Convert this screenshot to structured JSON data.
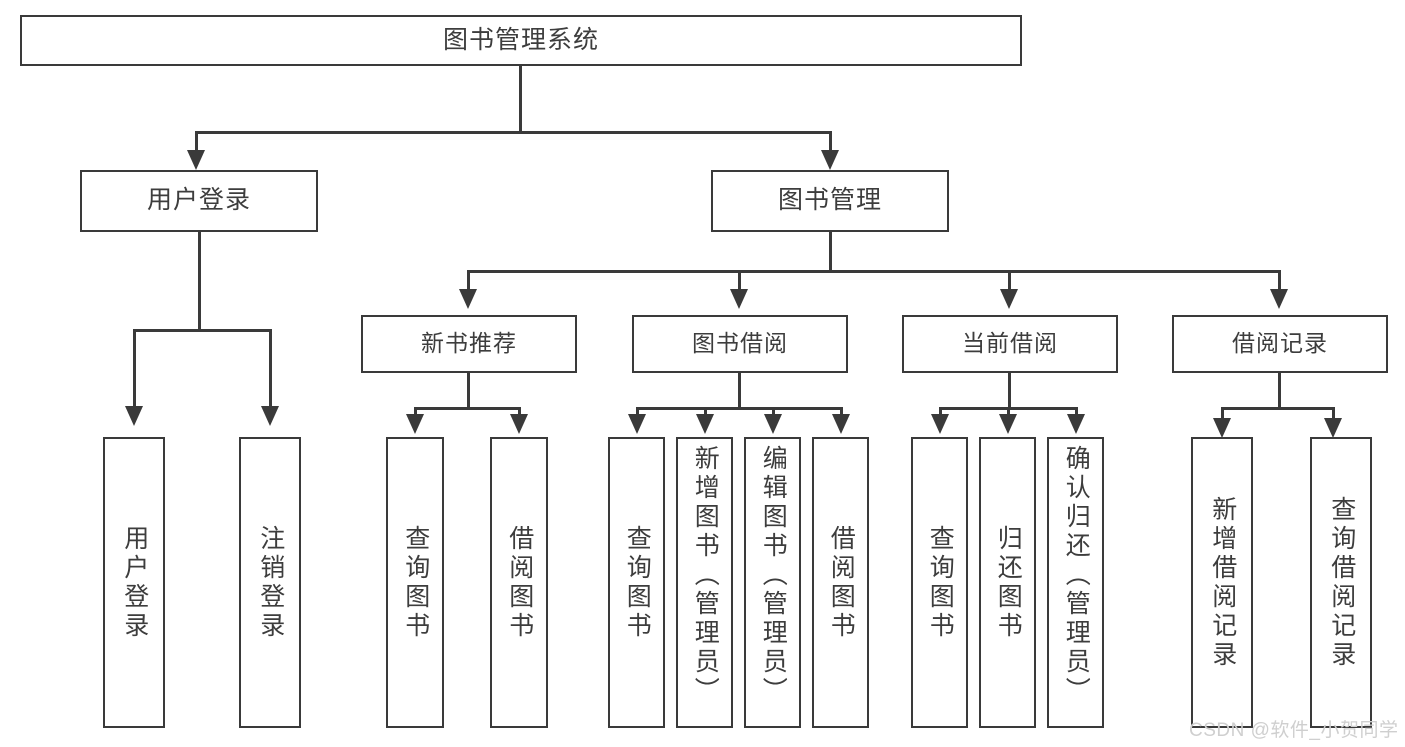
{
  "diagram": {
    "title": "图书管理系统",
    "type": "hierarchy-tree",
    "root": {
      "label": "图书管理系统"
    },
    "level2": [
      {
        "label": "用户登录"
      },
      {
        "label": "图书管理"
      }
    ],
    "level3": [
      {
        "label": "新书推荐"
      },
      {
        "label": "图书借阅"
      },
      {
        "label": "当前借阅"
      },
      {
        "label": "借阅记录"
      }
    ],
    "leaves": {
      "user_login": [
        {
          "label": "用户登录"
        },
        {
          "label": "注销登录"
        }
      ],
      "new_book_recommend": [
        {
          "label": "查询图书"
        },
        {
          "label": "借阅图书"
        }
      ],
      "book_borrow": [
        {
          "label": "查询图书"
        },
        {
          "label": "新增图书（管理员）"
        },
        {
          "label": "编辑图书（管理员）"
        },
        {
          "label": "借阅图书"
        }
      ],
      "current_borrow": [
        {
          "label": "查询图书"
        },
        {
          "label": "归还图书"
        },
        {
          "label": "确认归还（管理员）"
        }
      ],
      "borrow_record": [
        {
          "label": "新增借阅记录"
        },
        {
          "label": "查询借阅记录"
        }
      ]
    }
  },
  "watermark": {
    "text": "CSDN @软件_小贺同学"
  },
  "colors": {
    "line": "#3a3a3a",
    "text": "#3d3d3d",
    "background": "#ffffff",
    "watermark": "#cfcfcf"
  }
}
